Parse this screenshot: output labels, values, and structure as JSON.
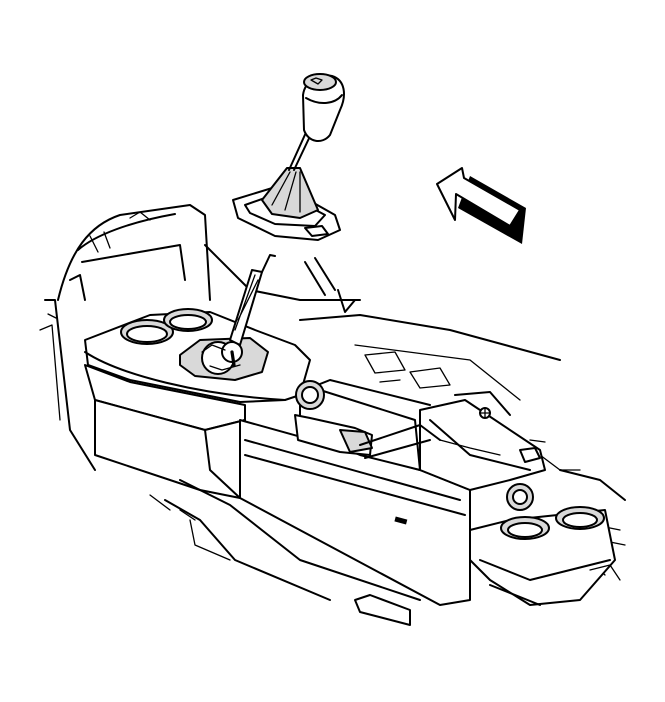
{
  "diagram": {
    "background": "#ffffff",
    "line_color": "#000000",
    "shade_color": "#d9d9d9",
    "parts": [
      {
        "name": "shift-knob"
      },
      {
        "name": "shift-boot"
      },
      {
        "name": "shift-lever"
      },
      {
        "name": "center-console"
      },
      {
        "name": "front-cup-holder"
      },
      {
        "name": "rear-cup-holder"
      },
      {
        "name": "parking-brake-handle"
      },
      {
        "name": "direction-arrow-icon",
        "direction": "forward"
      }
    ]
  }
}
